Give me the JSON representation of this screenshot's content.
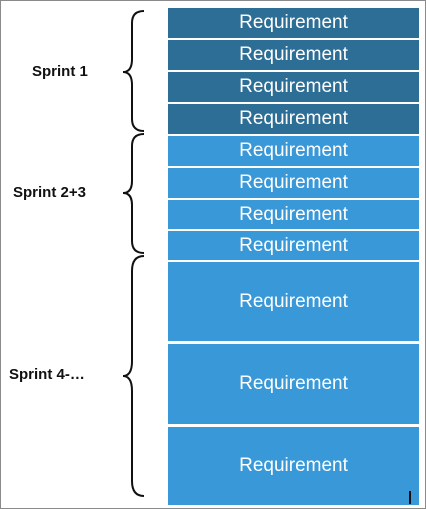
{
  "groups": [
    {
      "label": "Sprint 1",
      "color": "#2d6e96",
      "requirements": [
        "Requirement",
        "Requirement",
        "Requirement",
        "Requirement"
      ]
    },
    {
      "label": "Sprint 2+3",
      "color": "#3998d8",
      "requirements": [
        "Requirement",
        "Requirement",
        "Requirement",
        "Requirement"
      ]
    },
    {
      "label": "Sprint 4-…",
      "color": "#3998d8",
      "requirements": [
        "Requirement",
        "Requirement",
        "Requirement"
      ]
    }
  ]
}
